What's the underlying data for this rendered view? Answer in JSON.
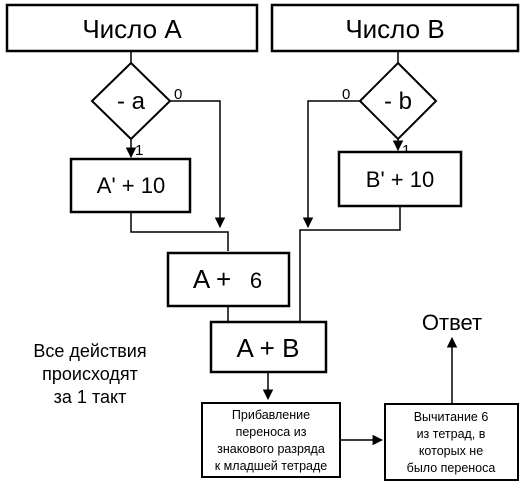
{
  "header": {
    "number_a": "Число A",
    "number_b": "Число B"
  },
  "decisions": {
    "left": {
      "label": "- a",
      "branch_zero": "0",
      "branch_one": "1"
    },
    "right": {
      "label": "- b",
      "branch_zero": "0",
      "branch_one": "1"
    }
  },
  "process": {
    "a_complement": "A' + 10",
    "b_complement": "B' + 10",
    "a_plus_6_left": "A +",
    "a_plus_6_right": "6",
    "a_plus_b": "A + B",
    "carry": [
      "Прибавление",
      "переноса из",
      "знакового разряда",
      "к младшей тетраде"
    ],
    "subtract": [
      "Вычитание 6",
      "из тетрад, в",
      "которых не",
      "было переноса"
    ]
  },
  "answer": "Ответ",
  "note": [
    "Все действия",
    "происходят",
    "за 1 такт"
  ]
}
